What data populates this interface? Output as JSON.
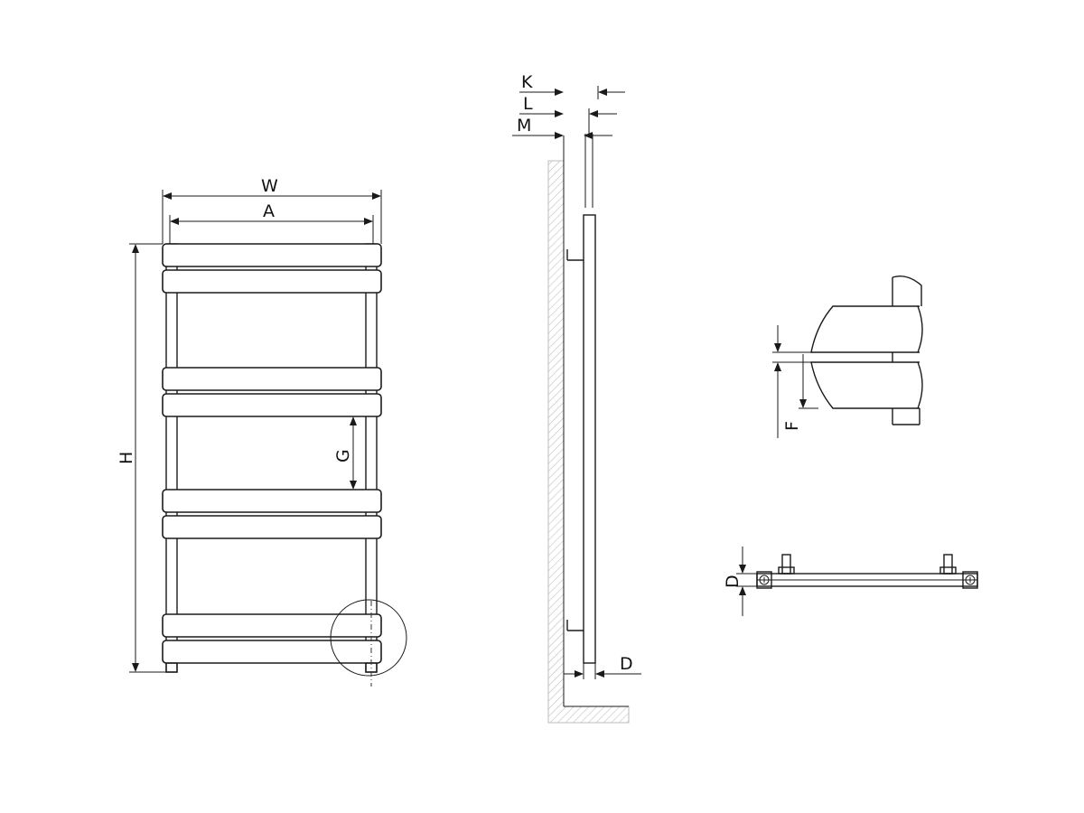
{
  "labels": {
    "W": "W",
    "A": "A",
    "H": "H",
    "G": "G",
    "K": "K",
    "L": "L",
    "M": "M",
    "D_side": "D",
    "F": "F",
    "D_top": "D"
  },
  "colors": {
    "line": "#1a1a1a",
    "hatch": "#bdbdbd",
    "background": "#ffffff"
  }
}
